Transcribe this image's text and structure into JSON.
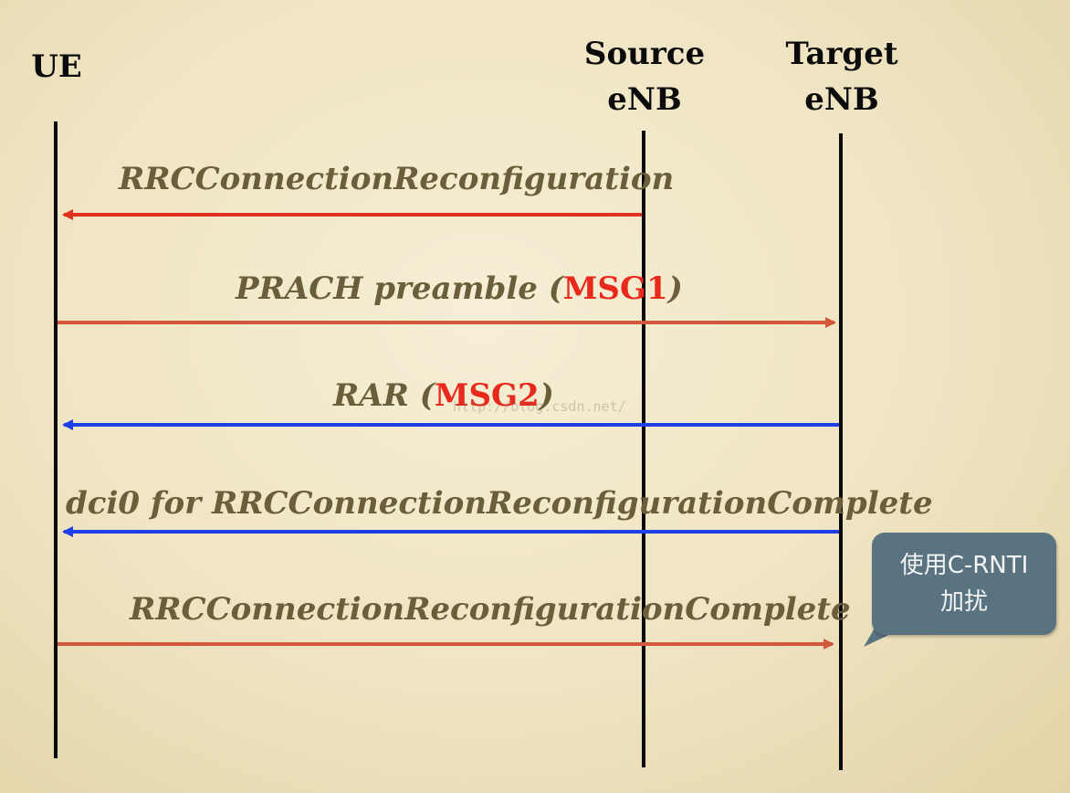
{
  "participants": {
    "ue": {
      "line1": "UE",
      "line2": ""
    },
    "source": {
      "line1": "Source",
      "line2": "eNB"
    },
    "target": {
      "line1": "Target",
      "line2": "eNB"
    }
  },
  "messages": [
    {
      "text": "RRCConnectionReconfiguration",
      "highlight": "",
      "suffix": "",
      "from": "source",
      "to": "ue",
      "color": "#e0301e"
    },
    {
      "text": "PRACH preamble (",
      "highlight": "MSG1",
      "suffix": ")",
      "from": "ue",
      "to": "target",
      "color": "#d2583c"
    },
    {
      "text": "RAR (",
      "highlight": "MSG2",
      "suffix": ")",
      "from": "target",
      "to": "ue",
      "color": "#1f3fe6"
    },
    {
      "text": "dci0 for RRCConnectionReconfigurationComplete",
      "highlight": "",
      "suffix": "",
      "from": "target",
      "to": "ue",
      "color": "#1f3fe6"
    },
    {
      "text": "RRCConnectionReconfigurationComplete",
      "highlight": "",
      "suffix": "",
      "from": "ue",
      "to": "target",
      "color": "#d2583c"
    }
  ],
  "note": {
    "line1": "使用C-RNTI",
    "line2": "加扰",
    "color": "#5a7381"
  },
  "watermark": "http://blog.csdn.net/",
  "colors": {
    "lifeline": "#0a0a0a",
    "label": "#6b5e3a",
    "highlight": "#e8291c"
  }
}
